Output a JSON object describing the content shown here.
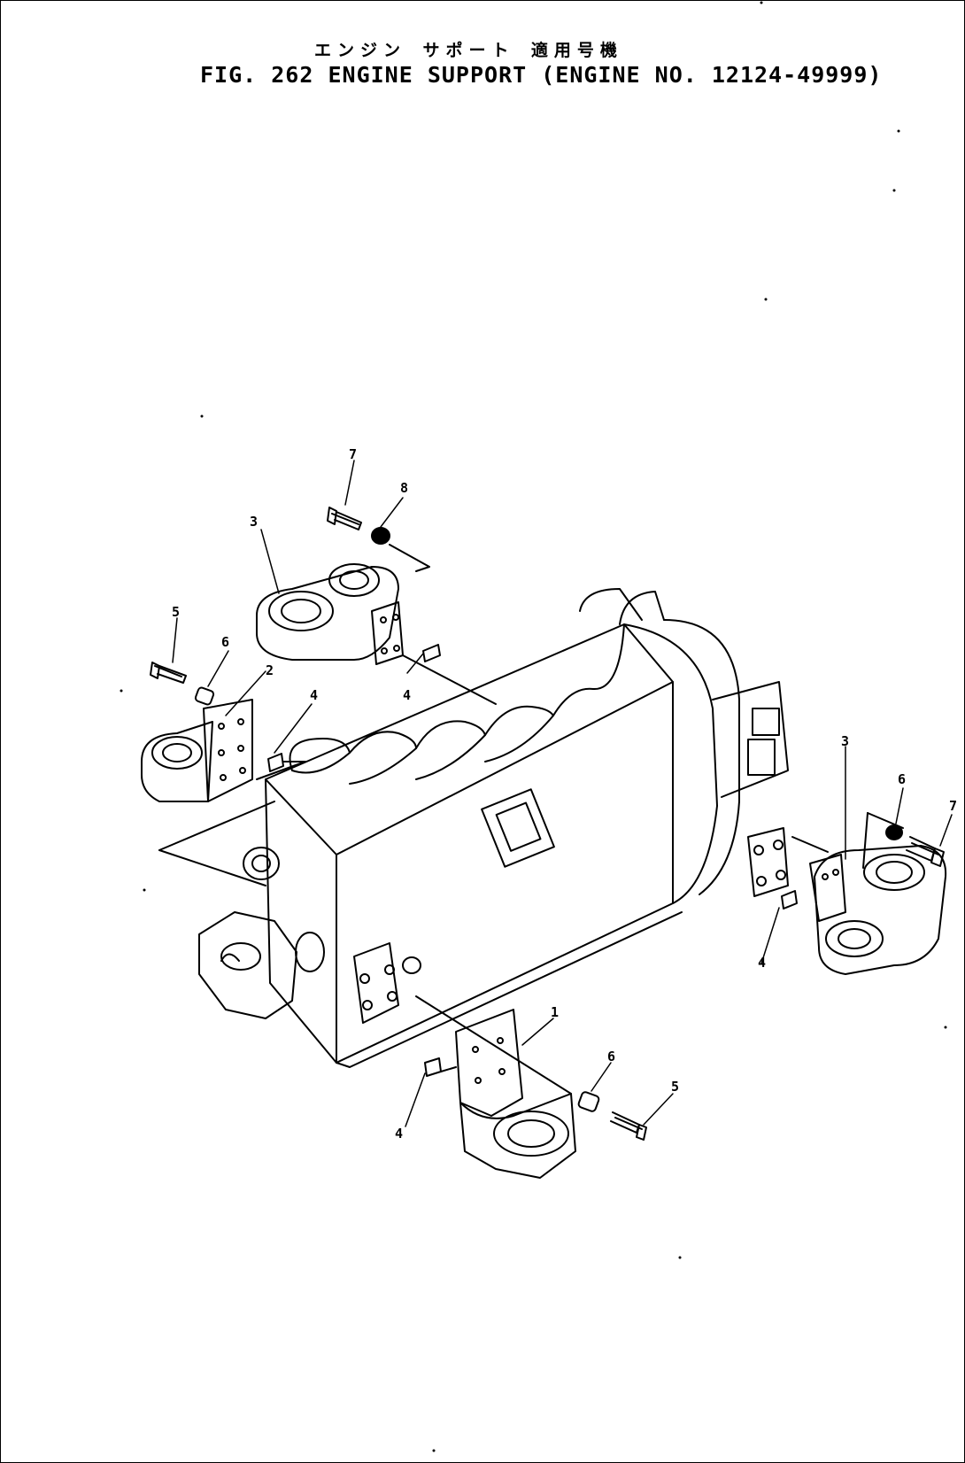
{
  "header": {
    "japanese_title": "エンジン サポート 適用号機",
    "figure_title": "FIG. 262  ENGINE SUPPORT (ENGINE NO. 12124-49999)"
  },
  "callouts": {
    "c7a": "7",
    "c8a": "8",
    "c3a": "3",
    "c5a": "5",
    "c6a": "6",
    "c2": "2",
    "c4a": "4",
    "c4b": "4",
    "c3b": "3",
    "c6b": "6",
    "c7b": "7",
    "c4c": "4",
    "c1": "1",
    "c6c": "6",
    "c5b": "5",
    "c4d": "4"
  }
}
